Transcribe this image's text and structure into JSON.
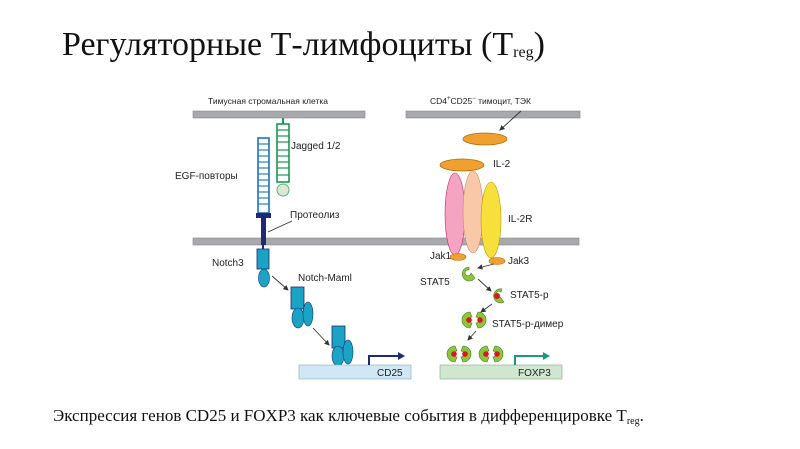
{
  "slide": {
    "title_main": "Регуляторные Т-лимфоциты (T",
    "title_sub": "reg",
    "title_end": ")",
    "caption_main": "Экспрессия генов CD25 и FOXP3 как ключевые события в дифференцировке T",
    "caption_sub": "reg",
    "caption_end": "."
  },
  "diagram": {
    "left_cell_label": "Тимусная стромальная клетка",
    "right_cell_label_a": "CD4",
    "right_cell_label_sup1": "+",
    "right_cell_label_b": "CD25",
    "right_cell_label_sup2": "−",
    "right_cell_label_c": " тимоцит, ТЭК",
    "jagged": "Jagged 1/2",
    "egf": "EGF-повторы",
    "proteolysis": "Протеолиз",
    "notch3": "Notch3",
    "notch_maml": "Notch-Maml",
    "cd25_gene": "CD25",
    "il2": "IL-2",
    "il2r": "IL-2R",
    "jak1": "Jak1",
    "jak3": "Jak3",
    "stat5": "STAT5",
    "stat5p": "STAT5-p",
    "stat5_dimer": "STAT5-p-димер",
    "foxp3_gene": "FOXP3"
  },
  "colors": {
    "membrane": "#a7a9ac",
    "notch_blue": "#1b75bc",
    "navy": "#1e2a78",
    "teal": "#1ba3c6",
    "jagged_green": "#1a9850",
    "orange": "#f0a030",
    "pink": "#f4a3c0",
    "peach": "#f8c8a8",
    "yellow": "#f7e03c",
    "stat_green": "#8cc63f",
    "dna_blue": "#cfe8f3",
    "dna_green": "#cfe7cf"
  }
}
